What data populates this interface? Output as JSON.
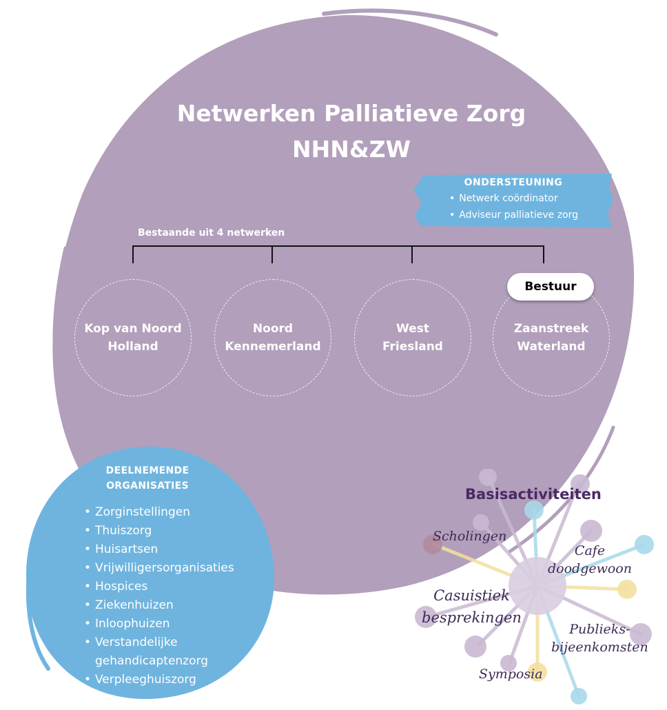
{
  "title": {
    "line1": "Netwerken Palliatieve Zorg",
    "line2": "NHN&ZW"
  },
  "support": {
    "heading": "ONDERSTEUNING",
    "items": [
      "Netwerk coördinator",
      "Adviseur palliatieve zorg"
    ]
  },
  "networks": {
    "label": "Bestaande uit 4 netwerken",
    "items": [
      {
        "label": "Kop van Noord\nHolland"
      },
      {
        "label": "Noord\nKennemerland"
      },
      {
        "label": "West\nFriesland"
      },
      {
        "label": "Zaanstreek\nWaterland"
      }
    ],
    "badge": "Bestuur"
  },
  "organisations": {
    "heading_line1": "DEELNEMENDE",
    "heading_line2": "ORGANISATIES",
    "items": [
      "Zorginstellingen",
      "Thuiszorg",
      "Huisartsen",
      "Vrijwilligersorganisaties",
      "Hospices",
      "Ziekenhuizen",
      "Inloophuizen",
      "Verstandelijke\ngehandicaptenzorg",
      "Verpleeghuiszorg"
    ]
  },
  "activities": {
    "title": "Basisactiviteiten",
    "scholingen": "Scholingen",
    "cafe": "Cafe\ndoodgewoon",
    "casuistiek": "Casuistiek\nbesprekingen",
    "publieks": "Publieks-\nbijeenkomsten",
    "symposia": "Symposia"
  },
  "colors": {
    "purple_circle": "#b29fbb",
    "blue": "#6fb4df",
    "dark_purple_text": "#4a2a63"
  }
}
